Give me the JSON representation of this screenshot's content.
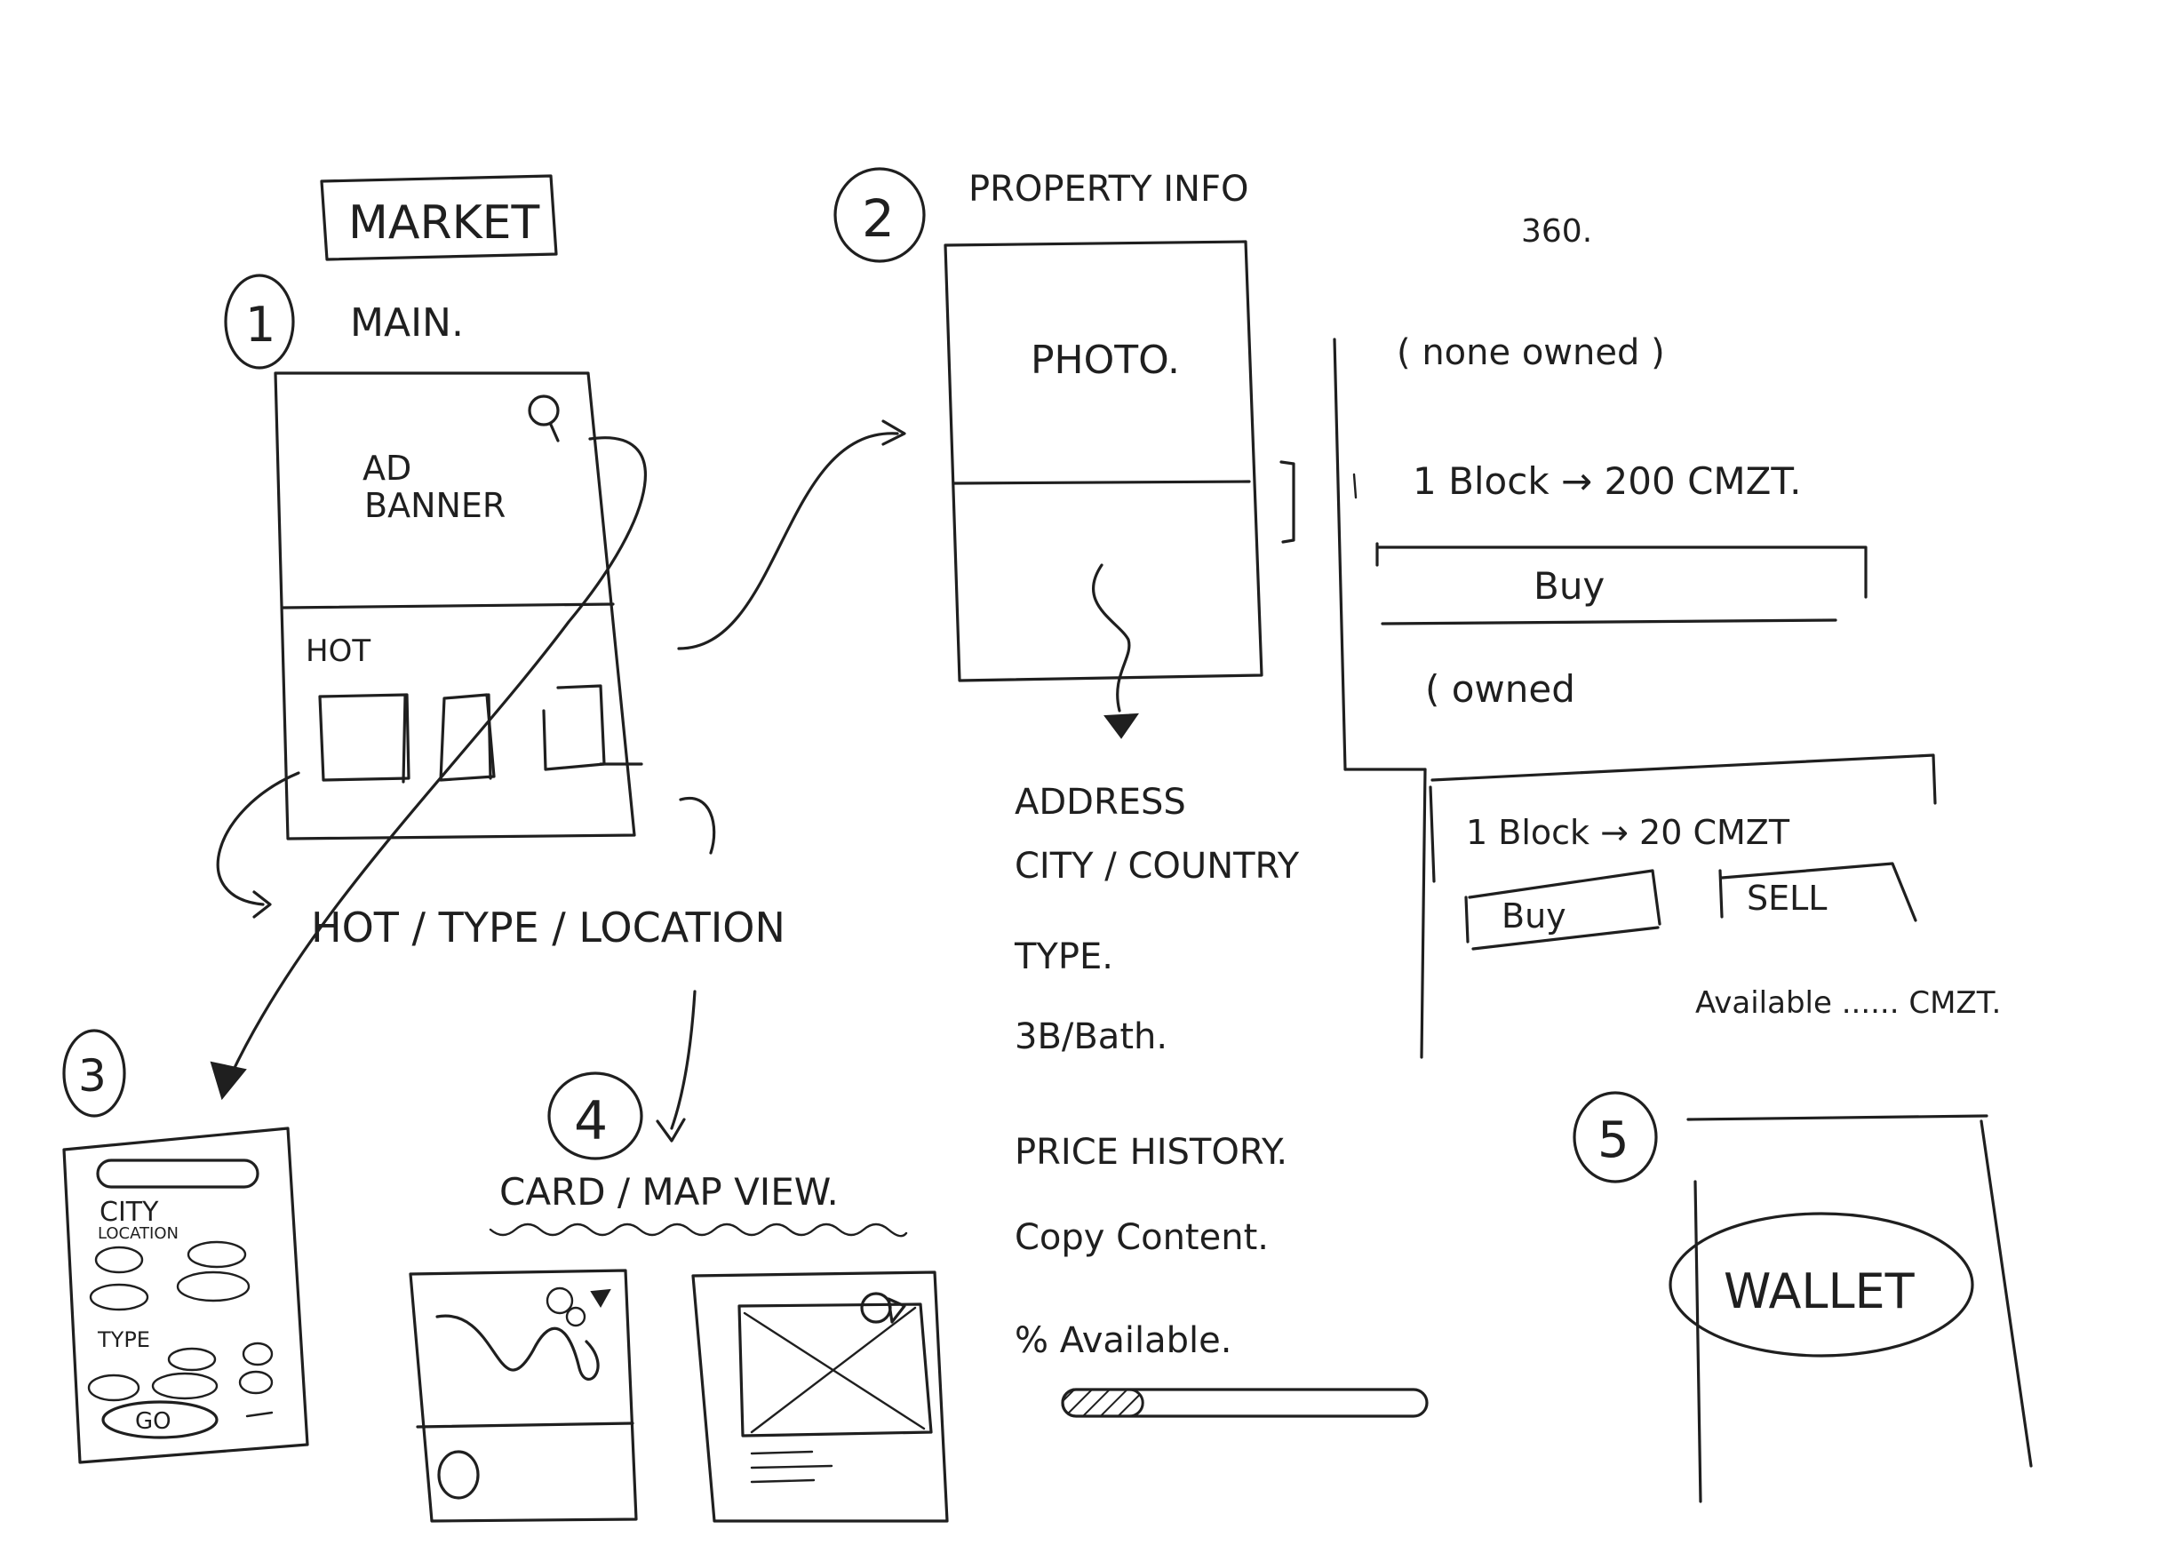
{
  "title": "MARKET",
  "sections": {
    "main": {
      "number": "1",
      "label": "MAIN.",
      "ad_banner_line1": "AD",
      "ad_banner_line2": "BANNER",
      "hot_label": "HOT",
      "filter_caption": "HOT / TYPE / LOCATION"
    },
    "property": {
      "number": "2",
      "label": "PROPERTY INFO",
      "photo_label": "PHOTO.",
      "view_360": "360.",
      "details": [
        "ADDRESS",
        "CITY / COUNTRY",
        "TYPE.",
        "3B/Bath.",
        "PRICE HISTORY.",
        "Copy Content.",
        "% Available."
      ],
      "availability_fraction": 0.22,
      "none_owned": {
        "label": "( none owned )",
        "block_price": "1 Block → 200 CMZT.",
        "buy_label": "Buy"
      },
      "owned": {
        "label": "( owned",
        "block_price": "1 Block → 20 CMZT",
        "buy_label": "Buy",
        "sell_label": "SELL",
        "available_label": "Available ...... CMZT."
      }
    },
    "filter": {
      "number": "3",
      "city_label": "CITY",
      "location_label": "LOCATION",
      "type_label": "TYPE",
      "go_label": "GO"
    },
    "views": {
      "number": "4",
      "label": "CARD / MAP VIEW."
    },
    "wallet": {
      "number": "5",
      "label": "WALLET"
    }
  },
  "icons": [
    "search-icon",
    "arrow-icon",
    "map-pin-icon",
    "placeholder-image-icon",
    "progress-bar"
  ]
}
